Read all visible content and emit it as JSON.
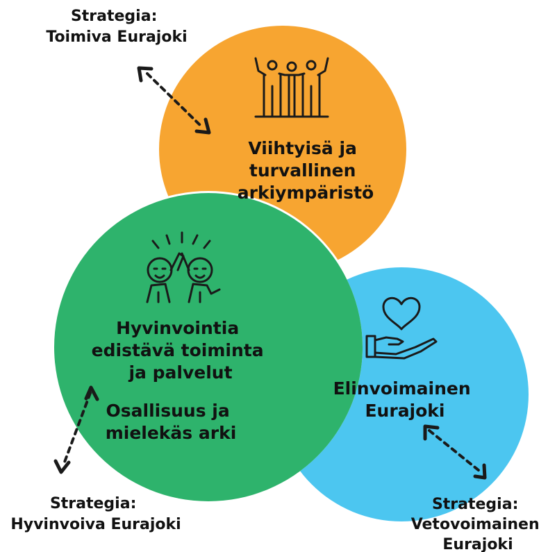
{
  "colors": {
    "orange": "#F7A531",
    "green": "#2EB36C",
    "blue": "#4CC6F0",
    "text": "#111111"
  },
  "top_circle": {
    "icon": "team-celebrating-icon",
    "lines": [
      "Viihtyisä ja",
      "turvallinen",
      "arkiympäristö"
    ]
  },
  "left_circle": {
    "icon": "high-five-icon",
    "lines": [
      "Hyvinvointia",
      "edistävä toiminta",
      "ja palvelut"
    ],
    "lines2": [
      "Osallisuus ja",
      "mielekäs arki"
    ]
  },
  "right_circle": {
    "icon": "heart-in-hand-icon",
    "lines": [
      "Elinvoimainen",
      "Eurajoki"
    ]
  },
  "strategies": {
    "top": [
      "Strategia:",
      "Toimiva Eurajoki"
    ],
    "left": [
      "Strategia:",
      "Hyvinvoiva Eurajoki"
    ],
    "right": [
      "Strategia:",
      "Vetovoimainen",
      "Eurajoki"
    ]
  }
}
